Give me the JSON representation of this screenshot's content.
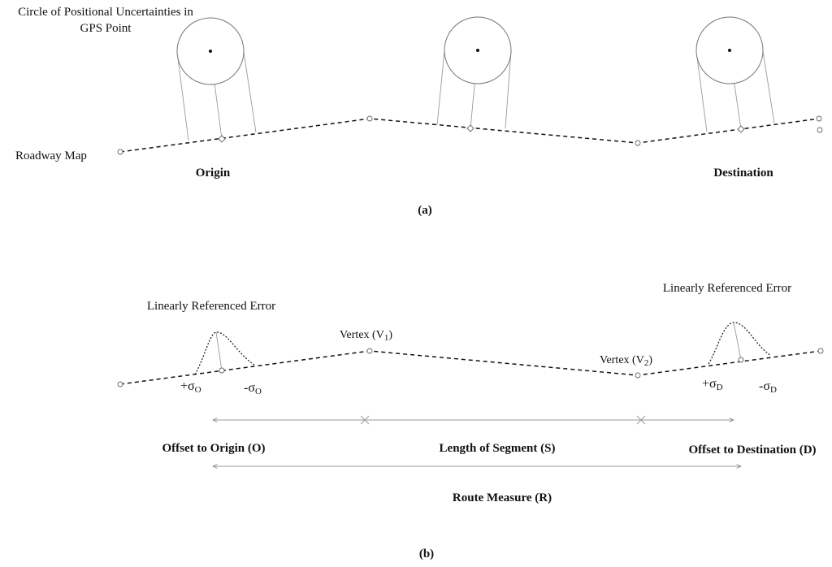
{
  "panel_a": {
    "circle_label_line1": "Circle of Positional Uncertainties in",
    "circle_label_line2": "GPS Point",
    "roadway_label": "Roadway Map",
    "origin_label": "Origin",
    "destination_label": "Destination",
    "caption": "(a)"
  },
  "panel_b": {
    "error_label_left": "Linearly Referenced Error",
    "error_label_right": "Linearly Referenced Error",
    "vertex1_base": "Vertex (V",
    "vertex1_sub": "1",
    "vertex2_base": "Vertex (V",
    "vertex2_sub": "2",
    "close_paren": ")",
    "sigma_origin_plus": "+σ",
    "sigma_origin_minus": "-σ",
    "sigma_origin_sub": "O",
    "sigma_dest_plus": "+σ",
    "sigma_dest_minus": "-σ",
    "sigma_dest_sub": "D",
    "offset_origin_label": "Offset to Origin (O)",
    "segment_label": "Length of Segment (S)",
    "offset_dest_label": "Offset to Destination (D)",
    "route_label": "Route Measure (R)",
    "caption": "(b)"
  }
}
